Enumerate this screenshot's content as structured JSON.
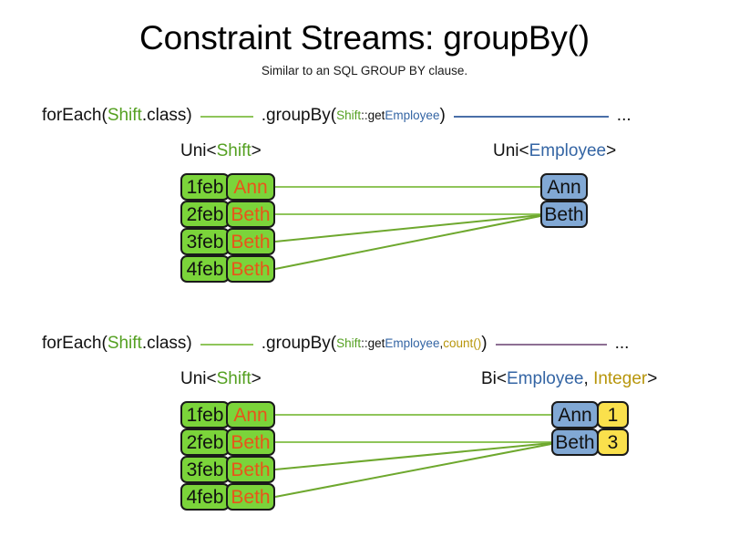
{
  "header": {
    "title": "Constraint Streams: groupBy()",
    "subtitle": "Similar to an SQL GROUP BY clause."
  },
  "colors": {
    "shift_green": "#7bd43a",
    "shift_name_orange": "#e8551a",
    "employee_blue": "#81a8d4",
    "count_yellow": "#fae04c",
    "wire_green": "#6ea82e",
    "wire_green_light": "#8fc55a",
    "token_green": "#54a021",
    "token_blue": "#3465a4",
    "token_gold": "#b8960c",
    "rule_blue": "#4a6fa8",
    "rule_purple": "#8d6f93",
    "border_black": "#1a1a1a"
  },
  "sections": [
    {
      "id": "groupby-single",
      "code": {
        "for_each_prefix": "forEach(",
        "for_each_type": "Shift",
        "for_each_suffix": ".class)",
        "group_by_prefix": ".groupBy(",
        "mapper_type": "Shift",
        "mapper_sep": "::get",
        "mapper_prop": "Employee",
        "group_by_suffix": ")",
        "ellipsis": "..."
      },
      "left_label": {
        "generic": "Uni<",
        "type": "Shift",
        "close": ">"
      },
      "right_label": {
        "generic": "Uni<",
        "type": "Employee",
        "close": ">"
      },
      "shifts": [
        {
          "date": "1feb",
          "employee": "Ann"
        },
        {
          "date": "2feb",
          "employee": "Beth"
        },
        {
          "date": "3feb",
          "employee": "Beth"
        },
        {
          "date": "4feb",
          "employee": "Beth"
        }
      ],
      "employees": [
        {
          "name": "Ann"
        },
        {
          "name": "Beth"
        }
      ],
      "links": [
        {
          "from": 0,
          "to": 0
        },
        {
          "from": 1,
          "to": 1
        },
        {
          "from": 2,
          "to": 1
        },
        {
          "from": 3,
          "to": 1
        }
      ]
    },
    {
      "id": "groupby-count",
      "code": {
        "for_each_prefix": "forEach(",
        "for_each_type": "Shift",
        "for_each_suffix": ".class)",
        "group_by_prefix": ".groupBy(",
        "mapper_type": "Shift",
        "mapper_sep": "::get",
        "mapper_prop": "Employee",
        "collector_sep": ", ",
        "collector": "count()",
        "group_by_suffix": ")",
        "ellipsis": "..."
      },
      "left_label": {
        "generic": "Uni<",
        "type": "Shift",
        "close": ">"
      },
      "right_label": {
        "generic": "Bi<",
        "type": "Employee",
        "sep": ", ",
        "type2": "Integer",
        "close": ">"
      },
      "shifts": [
        {
          "date": "1feb",
          "employee": "Ann"
        },
        {
          "date": "2feb",
          "employee": "Beth"
        },
        {
          "date": "3feb",
          "employee": "Beth"
        },
        {
          "date": "4feb",
          "employee": "Beth"
        }
      ],
      "employees": [
        {
          "name": "Ann",
          "count": "1"
        },
        {
          "name": "Beth",
          "count": "3"
        }
      ],
      "links": [
        {
          "from": 0,
          "to": 0
        },
        {
          "from": 1,
          "to": 1
        },
        {
          "from": 2,
          "to": 1
        },
        {
          "from": 3,
          "to": 1
        }
      ]
    }
  ]
}
